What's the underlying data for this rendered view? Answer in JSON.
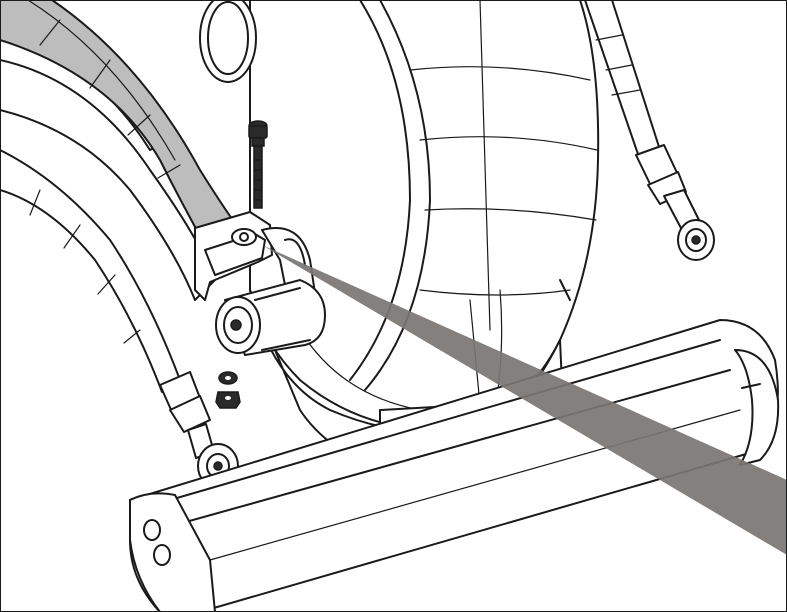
{
  "illustration": {
    "colors": {
      "line": "#1a1a1a",
      "background": "#ffffff",
      "highlight_arm": "#bdbdbd",
      "pointer_beam": "#7a7572",
      "hardware": "#2a2a2a"
    },
    "parts": [
      "left-handlebar-arm",
      "right-handlebar-arm",
      "flywheel-shroud",
      "center-console-body",
      "front-stabilizer-base",
      "left-pedal-rail",
      "bracket-mount",
      "bolt",
      "washer",
      "nut",
      "pivot-bearing",
      "right-linkage-rod",
      "left-linkage-rod",
      "detail-callout-beam"
    ]
  }
}
